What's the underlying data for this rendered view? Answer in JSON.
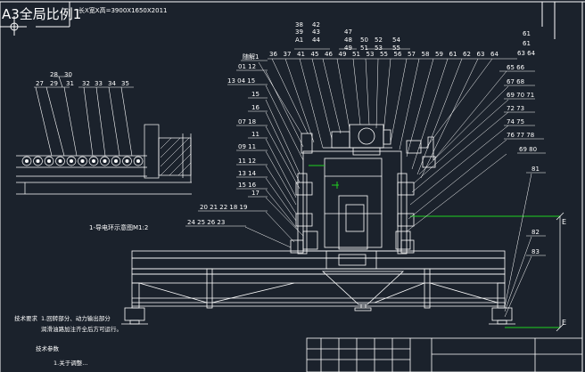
{
  "sheet": {
    "scale_label": "A3全局比例1",
    "dimensions_label": "长X宽X高=3900X1650X2011"
  },
  "detail_view": {
    "caption": "1-导电环示意图M1:2",
    "callouts_top": [
      "28",
      "30"
    ],
    "callouts": [
      "27",
      "29",
      "31",
      "32",
      "33",
      "34",
      "35"
    ]
  },
  "main_view": {
    "left_callouts": [
      {
        "text": "随解1"
      },
      {
        "text": "01 12"
      },
      {
        "text": "13 04 15"
      },
      {
        "text": "15"
      },
      {
        "text": "16"
      },
      {
        "text": "07 18"
      },
      {
        "text": "11"
      },
      {
        "text": "09 11"
      },
      {
        "text": "11 12"
      },
      {
        "text": "13 14"
      },
      {
        "text": "15 16"
      },
      {
        "text": "17"
      },
      {
        "text": "20 21 22 18 19"
      },
      {
        "text": "24 25 26 23"
      }
    ],
    "top_callouts_upper": [
      "38",
      "39",
      "A1",
      "42",
      "43",
      "44",
      "47",
      "48",
      "49",
      "50",
      "51",
      "52",
      "53",
      "54",
      "55"
    ],
    "top_callouts_lower": [
      "36",
      "37",
      "41",
      "45",
      "46",
      "49",
      "51",
      "53",
      "55",
      "56",
      "57",
      "58",
      "59",
      "61",
      "62",
      "63",
      "64"
    ],
    "right_callouts": [
      {
        "text": "61"
      },
      {
        "text": "61"
      },
      {
        "text": "63 64"
      },
      {
        "text": "65 66"
      },
      {
        "text": "67 68"
      },
      {
        "text": "69 70 71"
      },
      {
        "text": "72 73"
      },
      {
        "text": "74 75"
      },
      {
        "text": "76 77 78"
      },
      {
        "text": "69 80"
      },
      {
        "text": "81"
      },
      {
        "text": "82"
      },
      {
        "text": "83"
      }
    ],
    "dimension_label": "E"
  },
  "notes": {
    "title": "技术要求",
    "line1": "1.回转部分、动力输出部分",
    "line2": "润滑油路加注齐全后方可运行。",
    "line3": "技术参数",
    "line4": "1.关于调整..."
  },
  "colors": {
    "background": "#1b222c",
    "line": "#ffffff",
    "highlight": "#1fd21f"
  }
}
